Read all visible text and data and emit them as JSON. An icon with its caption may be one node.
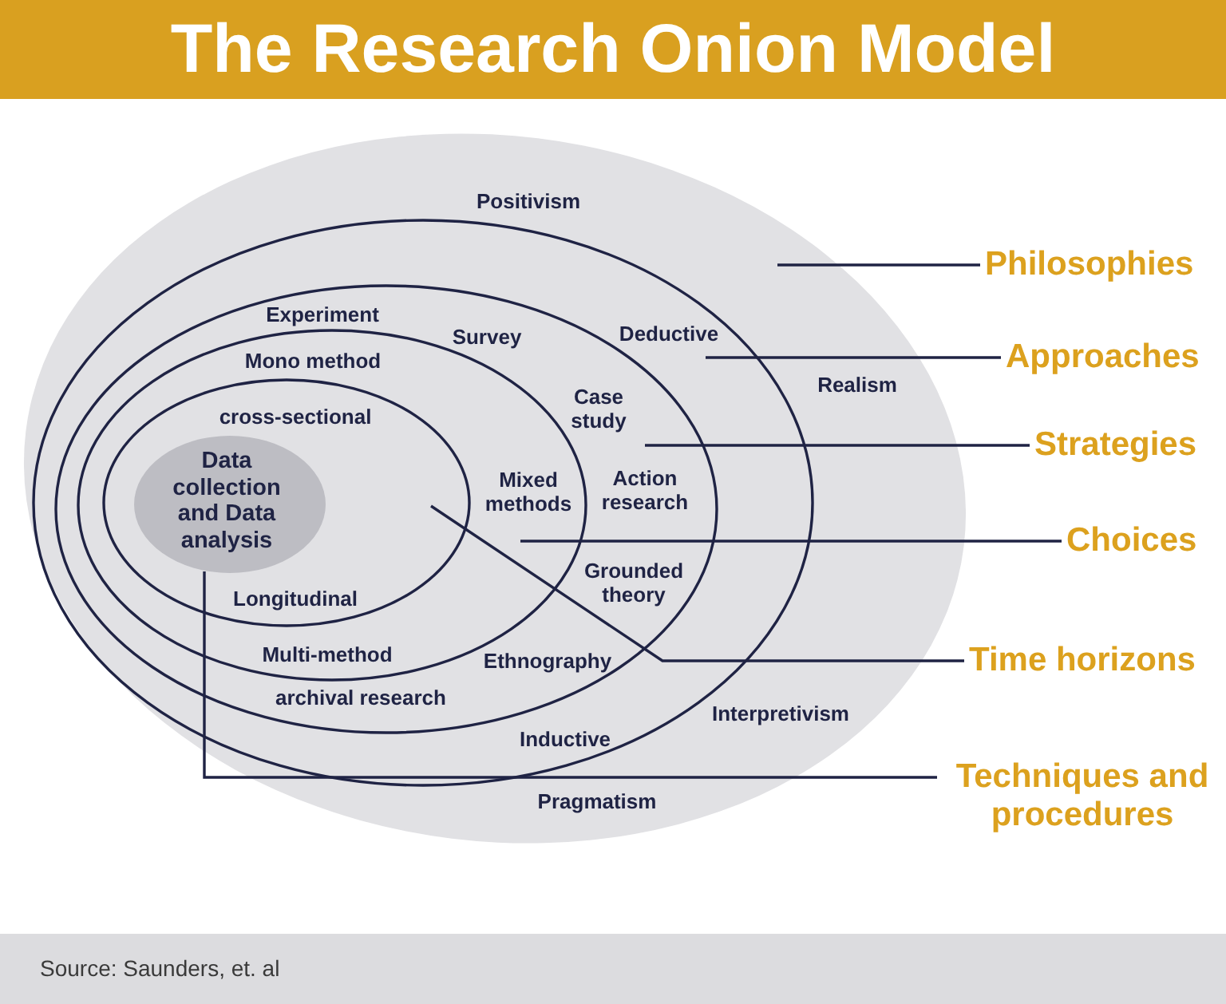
{
  "diagram": {
    "title": "The Research Onion Model",
    "caption": "Source: Saunders, et. al",
    "nodes": [
      {
        "text": [
          "Positivism",
          "Realism",
          "Interpretivism",
          "Pragmatism"
        ]
      },
      {
        "text": [
          "Deductive",
          "Inductive"
        ],
        "in": 0
      },
      {
        "text": [
          "Experiment",
          "Survey",
          "Case study",
          "Action research",
          "Grounded theory",
          "Ethnography",
          "archival research"
        ],
        "in": 1
      },
      {
        "text": [
          "Mono method",
          "Mixed methods",
          "Multi-method"
        ],
        "in": 2
      },
      {
        "text": [
          "cross-sectional",
          "Longitudinal"
        ],
        "in": 3
      },
      {
        "text": [
          "Data collection and Data analysis"
        ],
        "in": 4
      },
      {
        "text": [
          "Philosophies"
        ]
      },
      {
        "text": [
          "Approaches"
        ]
      },
      {
        "text": [
          "Strategies"
        ]
      },
      {
        "text": [
          "Choices"
        ]
      },
      {
        "text": [
          "Time horizons"
        ]
      },
      {
        "text": [
          "Techniques and procedures"
        ]
      }
    ],
    "edges": [
      {
        "from": 6,
        "to": 0,
        "arrow": "none"
      },
      {
        "from": 7,
        "to": 1,
        "arrow": "none"
      },
      {
        "from": 8,
        "to": 2,
        "arrow": "none"
      },
      {
        "from": 9,
        "to": 3,
        "arrow": "none"
      },
      {
        "from": 10,
        "to": 4,
        "arrow": "none"
      },
      {
        "from": 11,
        "to": 5,
        "arrow": "none"
      }
    ]
  }
}
